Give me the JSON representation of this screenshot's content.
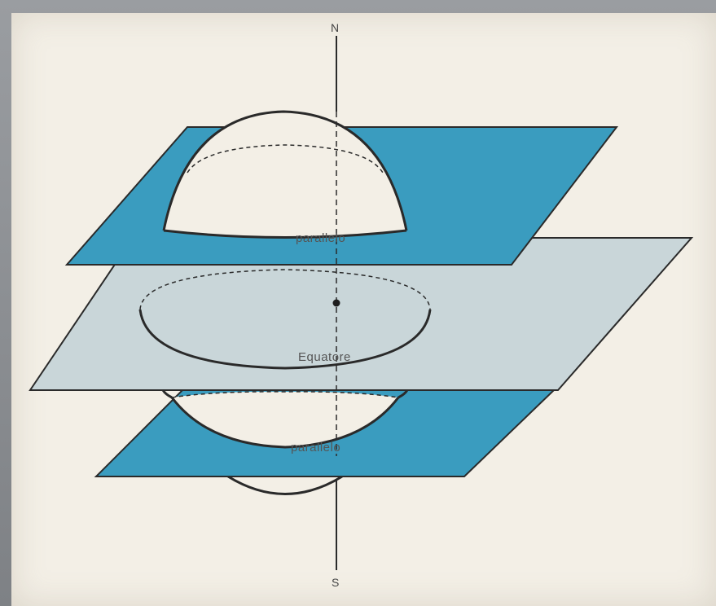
{
  "diagram": {
    "poles": {
      "north": "N",
      "south": "S"
    },
    "labels": {
      "parallel_upper": "parallelo",
      "equator": "Equatore",
      "parallel_lower": "parallelo"
    },
    "colors": {
      "parallel_plane": "#3a9cbf",
      "equator_plane": "#c9d6d9",
      "sphere_outline": "#2a2a2a",
      "paper": "#f3efe6"
    }
  }
}
